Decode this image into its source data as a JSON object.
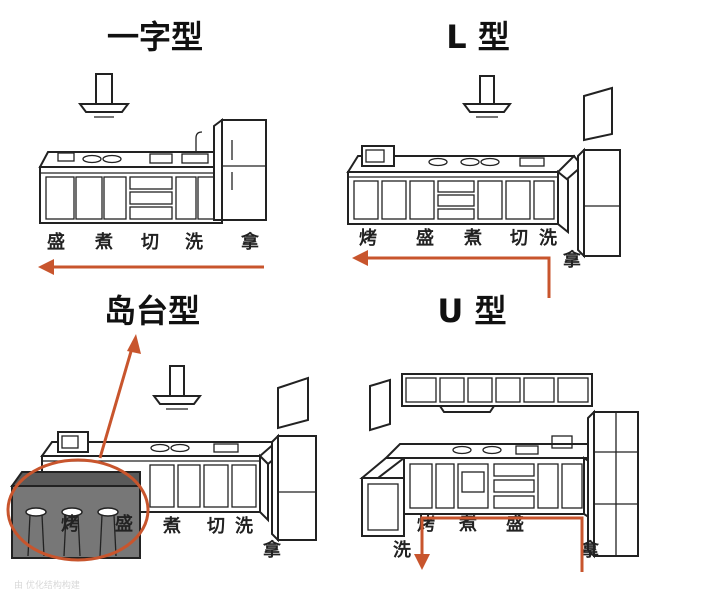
{
  "layouts": [
    {
      "id": "straight",
      "title": "一字型",
      "steps": [
        "盛",
        "煮",
        "切",
        "洗",
        "拿"
      ]
    },
    {
      "id": "l-shape",
      "title": "L 型",
      "steps": [
        "烤",
        "盛",
        "煮",
        "切",
        "洗",
        "拿"
      ]
    },
    {
      "id": "island",
      "title": "岛台型",
      "steps": [
        "烤",
        "盛",
        "煮",
        "切",
        "洗",
        "拿"
      ]
    },
    {
      "id": "u-shape",
      "title": "U 型",
      "steps": [
        "烤",
        "煮",
        "盛",
        "洗",
        "拿"
      ]
    }
  ],
  "colors": {
    "flow_arrow": "#c8552d",
    "island_highlight": "#c8552d",
    "island_shade": "#777777"
  },
  "watermark": "由 优化结构构建"
}
